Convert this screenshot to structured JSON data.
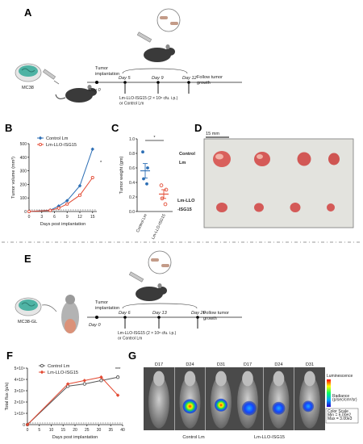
{
  "panels": {
    "A": {
      "label": "A",
      "cell_line": "MC38",
      "tumor_implantation": "Tumor\nimplantation",
      "day0": "Day 0",
      "days": [
        "Day 5",
        "Day 9",
        "Day 12"
      ],
      "treatment": "Lm-LLO-ISG15 (2 × 10⁸ cfu. i.p.)\nor Control Lm",
      "follow": "Follow tumor\ngrowth"
    },
    "B": {
      "label": "B"
    },
    "C": {
      "label": "C"
    },
    "D": {
      "label": "D",
      "scale": "15 mm",
      "row1": "Control\nLm",
      "row2": "Lm-LLO\n-ISG15"
    },
    "E": {
      "label": "E",
      "cell_line": "MC38-GL",
      "tumor_implantation": "Tumor\nimplantation",
      "day0": "Day 0",
      "days": [
        "Day 6",
        "Day 13",
        "Day 20"
      ],
      "treatment": "Lm-LLO-ISG15 (2 × 10⁸ cfu. i.p.)\nor Control Lm",
      "follow": "Follow tumor\ngrowth"
    },
    "F": {
      "label": "F"
    },
    "G": {
      "label": "G",
      "days": [
        "D17",
        "D24",
        "D31"
      ],
      "group1": "Control Lm",
      "group2": "Lm-LLO-ISG15",
      "colorbar_title": "Luminescence",
      "radiance_label": "Radiance\n(p/sec/cm²/sr)",
      "scale_info": "Color Scale\nMin = 6.00e2\nMax = 3.00e3"
    }
  },
  "chart_data": [
    {
      "id": "B",
      "type": "line",
      "xlabel": "Days post implantation",
      "ylabel": "Tumor volume (mm³)",
      "xlim": [
        0,
        16
      ],
      "ylim": [
        0,
        500
      ],
      "xticks": [
        0,
        3,
        6,
        9,
        12,
        15
      ],
      "yticks": [
        0,
        100,
        200,
        300,
        400,
        500
      ],
      "significance": "*",
      "series": [
        {
          "name": "Control Lm",
          "color": "#2d6fb5",
          "marker": "filled-diamond",
          "x": [
            0,
            5,
            7,
            9,
            12,
            15
          ],
          "y": [
            0,
            10,
            40,
            80,
            190,
            460
          ]
        },
        {
          "name": "Lm-LLO-ISG15",
          "color": "#e34a33",
          "marker": "open-circle",
          "x": [
            0,
            5,
            7,
            9,
            12,
            15
          ],
          "y": [
            0,
            8,
            25,
            55,
            120,
            250
          ]
        }
      ]
    },
    {
      "id": "C",
      "type": "scatter",
      "ylabel": "Tumor weight (gm)",
      "ylim": [
        0,
        1.0
      ],
      "yticks": [
        0.0,
        0.2,
        0.4,
        0.6,
        0.8,
        1.0
      ],
      "categories": [
        "Control Lm",
        "Lm-LLO-ISG15"
      ],
      "significance": "*",
      "series": [
        {
          "name": "Control Lm",
          "color": "#2d6fb5",
          "values": [
            0.82,
            0.6,
            0.45,
            0.38
          ],
          "mean": 0.56,
          "sem": 0.1
        },
        {
          "name": "Lm-LLO-ISG15",
          "color": "#e34a33",
          "values": [
            0.36,
            0.3,
            0.18,
            0.1
          ],
          "mean": 0.24,
          "sem": 0.06
        }
      ]
    },
    {
      "id": "F",
      "type": "line",
      "xlabel": "Days post implantation",
      "ylabel": "Total flux (p/s)",
      "xlim": [
        0,
        40
      ],
      "ylim": [
        0,
        50000
      ],
      "xticks": [
        0,
        5,
        10,
        15,
        20,
        25,
        30,
        35,
        40
      ],
      "yticks": [
        0,
        10000,
        20000,
        30000,
        40000,
        50000
      ],
      "yticklabels": [
        "0",
        "1×10⁴",
        "2×10⁴",
        "3×10⁴",
        "4×10⁴",
        "5×10⁴"
      ],
      "significance": "***",
      "series": [
        {
          "name": "Control Lm",
          "color": "#555555",
          "marker": "open-circle",
          "x": [
            0,
            17,
            24,
            31,
            38
          ],
          "y": [
            0,
            34000,
            36000,
            39000,
            42000
          ]
        },
        {
          "name": "Lm-LLO-ISG15",
          "color": "#e34a33",
          "marker": "filled-diamond",
          "x": [
            0,
            17,
            24,
            31,
            38
          ],
          "y": [
            0,
            36000,
            39000,
            42000,
            26000
          ]
        }
      ]
    }
  ]
}
